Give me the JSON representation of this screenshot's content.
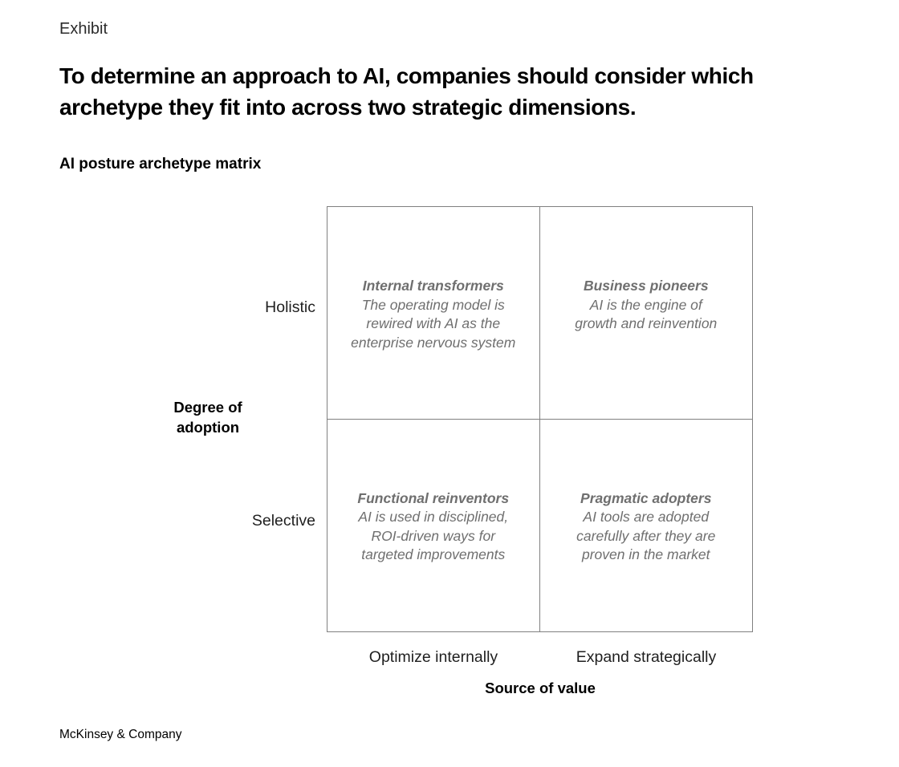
{
  "page": {
    "exhibit_label": "Exhibit",
    "title": "To determine an approach to AI, companies should consider which\narchetype they fit into across two strategic dimensions.",
    "subtitle": "AI posture archetype matrix",
    "footer": "McKinsey & Company"
  },
  "matrix": {
    "y_axis": {
      "title": "Degree of\nadoption",
      "top_label": "Holistic",
      "bottom_label": "Selective"
    },
    "x_axis": {
      "title": "Source of value",
      "left_label": "Optimize internally",
      "right_label": "Expand strategically"
    },
    "quadrants": [
      {
        "title": "Internal transformers",
        "description": "The operating model is\nrewired with AI as the\nenterprise nervous system"
      },
      {
        "title": "Business pioneers",
        "description": "AI is the engine of\ngrowth and reinvention"
      },
      {
        "title": "Functional reinventors",
        "description": "AI is used in disciplined,\nROI-driven ways for\ntargeted improvements"
      },
      {
        "title": "Pragmatic adopters",
        "description": "AI tools are adopted\ncarefully after they are\nproven in the market"
      }
    ]
  },
  "colors": {
    "grid_line": "#808080",
    "quadrant_text": "#6f6f6f",
    "heading_text": "#000000"
  }
}
